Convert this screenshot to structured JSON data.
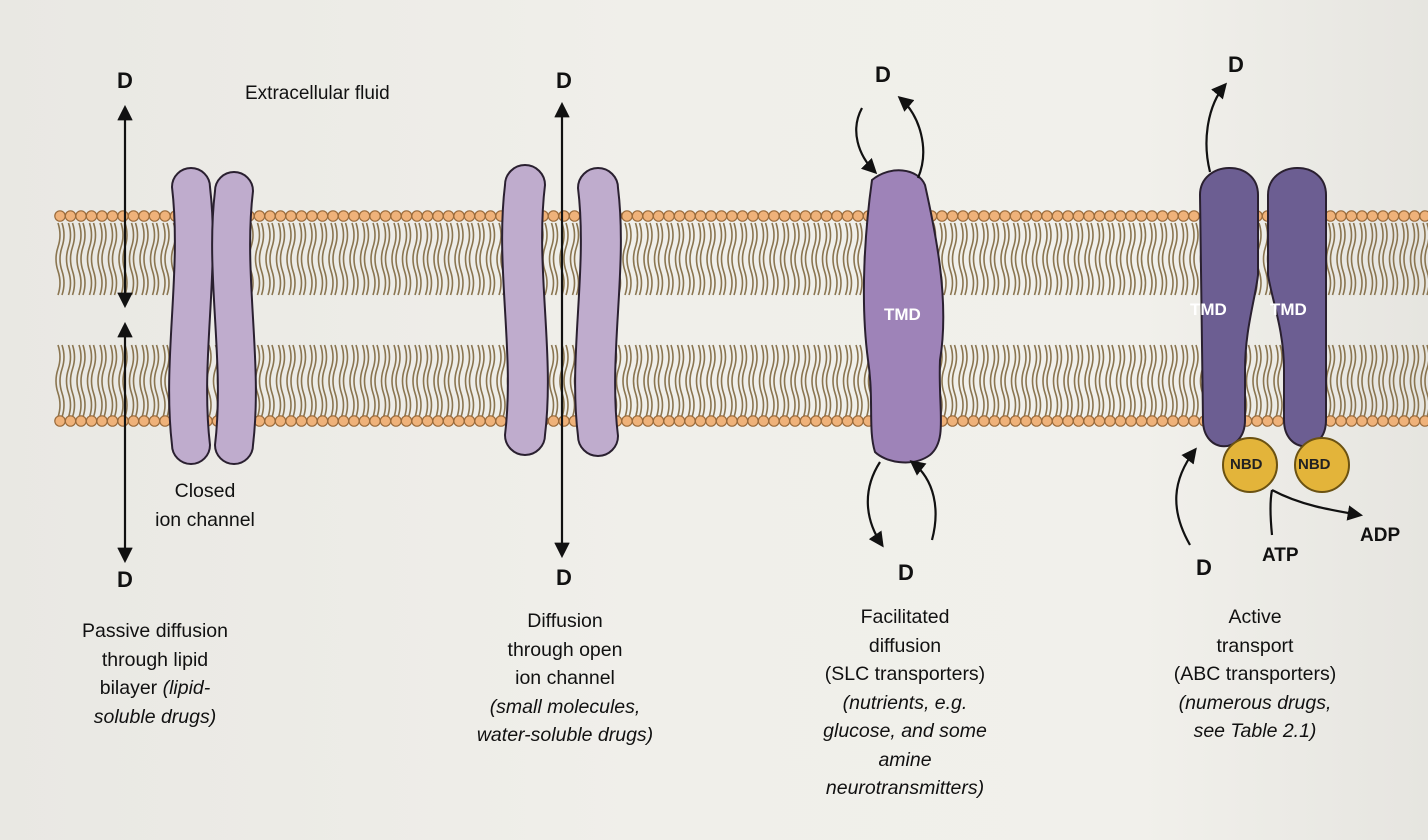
{
  "extracellular_label": "Extracellular fluid",
  "drug_symbol": "D",
  "closed_channel_label": [
    "Closed",
    "ion channel"
  ],
  "tmd_label": "TMD",
  "nbd_label": "NBD",
  "atp_label": "ATP",
  "adp_label": "ADP",
  "colors": {
    "head": "#efb27a",
    "head_stroke": "#9a6a3a",
    "tail": "#8a7550",
    "channel_fill": "#bfaccd",
    "channel_stroke": "#2a2030",
    "slc_fill": "#9e83b8",
    "abc_fill": "#6c5e92",
    "nbd_fill": "#e3b43a"
  },
  "captions": [
    {
      "lines": [
        {
          "text": "Passive diffusion",
          "italic": false
        },
        {
          "text": "through lipid",
          "italic": false
        },
        {
          "pre": "bilayer ",
          "ital": "(lipid-"
        },
        {
          "text": "soluble drugs)",
          "italic": true
        }
      ]
    },
    {
      "lines": [
        {
          "text": "Diffusion",
          "italic": false
        },
        {
          "text": "through open",
          "italic": false
        },
        {
          "text": "ion channel",
          "italic": false
        },
        {
          "text": "(small molecules,",
          "italic": true
        },
        {
          "text": "water-soluble drugs)",
          "italic": true
        }
      ]
    },
    {
      "lines": [
        {
          "text": "Facilitated",
          "italic": false
        },
        {
          "text": "diffusion",
          "italic": false
        },
        {
          "text": "(SLC transporters)",
          "italic": false
        },
        {
          "text": "(nutrients, e.g.",
          "italic": true
        },
        {
          "text": "glucose, and some",
          "italic": true
        },
        {
          "text": "amine",
          "italic": true
        },
        {
          "text": "neurotransmitters)",
          "italic": true
        }
      ]
    },
    {
      "lines": [
        {
          "text": "Active",
          "italic": false
        },
        {
          "text": "transport",
          "italic": false
        },
        {
          "text": "(ABC transporters)",
          "italic": false
        },
        {
          "text": "(numerous drugs,",
          "italic": true
        },
        {
          "text": "see Table 2.1)",
          "italic": true
        }
      ]
    }
  ]
}
